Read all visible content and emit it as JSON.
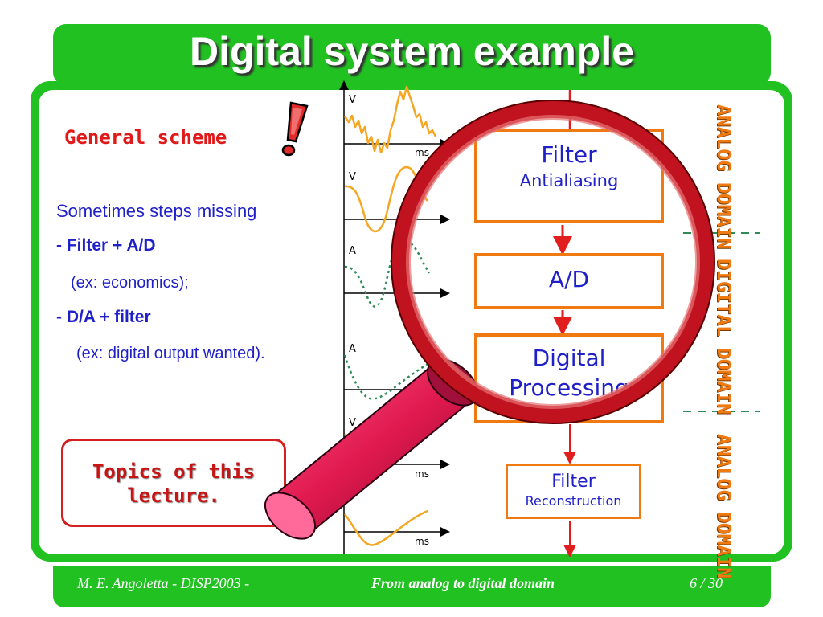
{
  "slide": {
    "title": "Digital system example",
    "subtitle": "General scheme",
    "text_lines": [
      "Sometimes steps missing",
      "- Filter + A/D",
      "(ex: economics);",
      "- D/A + filter",
      "(ex: digital output wanted)."
    ],
    "topics_box": [
      "Topics of this",
      "lecture."
    ]
  },
  "blocks": {
    "filter_antialias": {
      "title": "Filter",
      "sub": "Antialiasing"
    },
    "ad": {
      "title": "A/D"
    },
    "digital_processing": {
      "line1": "Digital",
      "line2": "Processing"
    },
    "filter_reconstruction": {
      "title": "Filter",
      "sub": "Reconstruction"
    }
  },
  "domains": {
    "analog_top": [
      "ANALOG",
      "DOMAIN"
    ],
    "digital_mid": [
      "DIGITAL",
      "DOMAIN"
    ],
    "analog_bottom": [
      "ANALOG",
      "DOMAIN"
    ]
  },
  "plots": {
    "axis_v": "V",
    "axis_a": "A",
    "unit_ms": "ms"
  },
  "footer": {
    "author": "M. E. Angoletta  -  DISP2003  -",
    "topic": "From analog to digital domain",
    "page": "6 / 30"
  },
  "colors": {
    "green": "#22c122",
    "orange": "#f07a12",
    "blue": "#2020c8",
    "red": "#d32020",
    "magnifier_ring": "#c1121f"
  }
}
